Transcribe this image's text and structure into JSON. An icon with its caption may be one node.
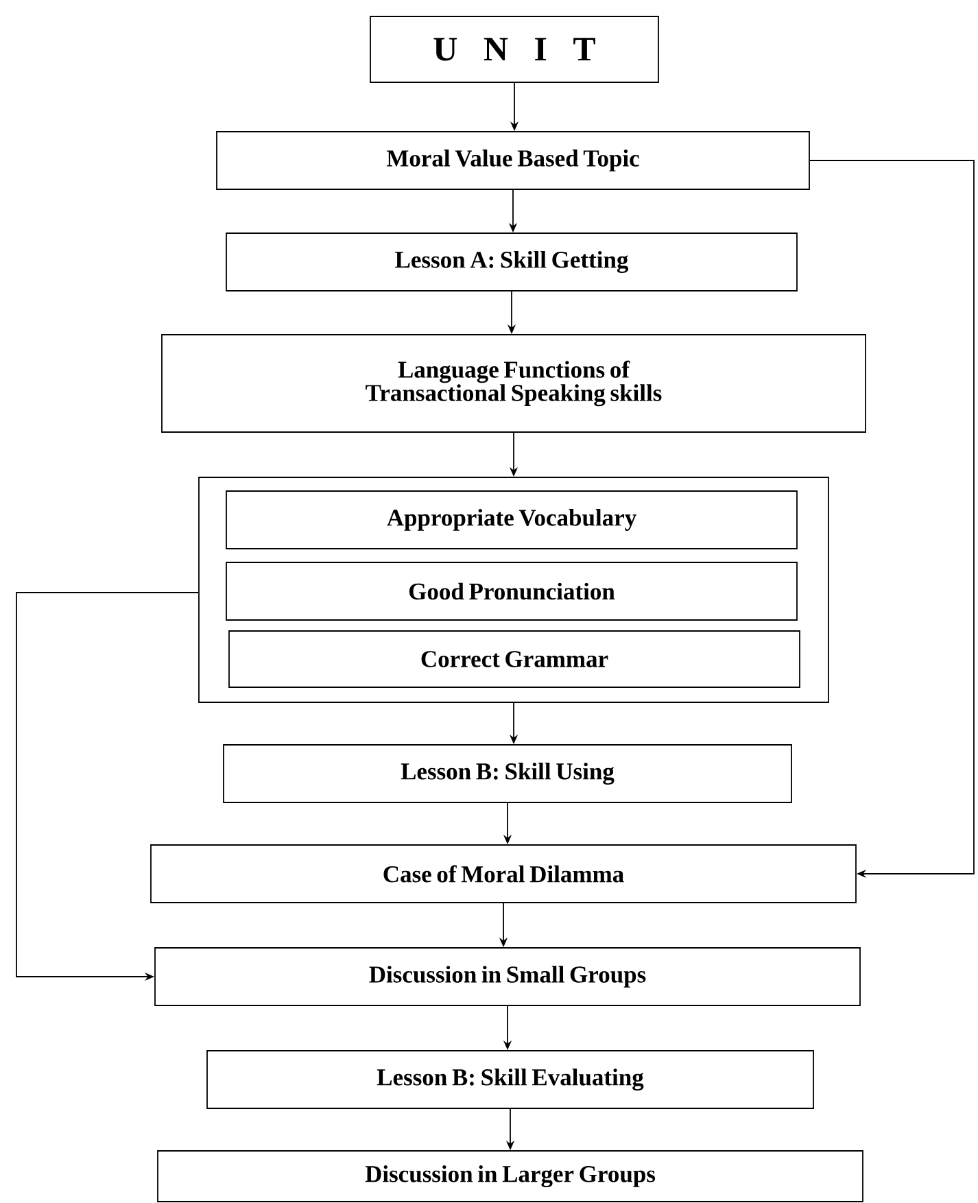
{
  "diagram": {
    "nodes": [
      {
        "text": [
          "U N I T"
        ]
      },
      {
        "text": [
          "Moral Value Based Topic"
        ]
      },
      {
        "text": [
          "Lesson A: Skill Getting"
        ]
      },
      {
        "text": [
          "Language Functions of Transactional Speaking skills"
        ]
      },
      {
        "text": [],
        "shape": "box"
      },
      {
        "text": [
          "Appropriate Vocabulary"
        ],
        "in": 4
      },
      {
        "text": [
          "Good Pronunciation"
        ],
        "in": 4
      },
      {
        "text": [
          "Correct Grammar"
        ],
        "in": 4
      },
      {
        "text": [
          "Lesson B: Skill Using"
        ]
      },
      {
        "text": [
          "Case of Moral Dilamma"
        ]
      },
      {
        "text": [
          "Discussion in Small Groups"
        ]
      },
      {
        "text": [
          "Lesson B: Skill Evaluating"
        ]
      },
      {
        "text": [
          "Discussion in Larger Groups"
        ]
      }
    ],
    "edges": [
      {
        "from": 0,
        "to": 1,
        "arrow": "to"
      },
      {
        "from": 1,
        "to": 2,
        "arrow": "to"
      },
      {
        "from": 2,
        "to": 3,
        "arrow": "to"
      },
      {
        "from": 3,
        "to": 4,
        "arrow": "to"
      },
      {
        "from": 4,
        "to": 8,
        "arrow": "to"
      },
      {
        "from": 8,
        "to": 9,
        "arrow": "to"
      },
      {
        "from": 9,
        "to": 10,
        "arrow": "to"
      },
      {
        "from": 10,
        "to": 11,
        "arrow": "to"
      },
      {
        "from": 11,
        "to": 12,
        "arrow": "to"
      },
      {
        "from": 1,
        "to": 9,
        "arrow": "to"
      },
      {
        "from": 4,
        "to": 10,
        "arrow": "to"
      }
    ]
  }
}
